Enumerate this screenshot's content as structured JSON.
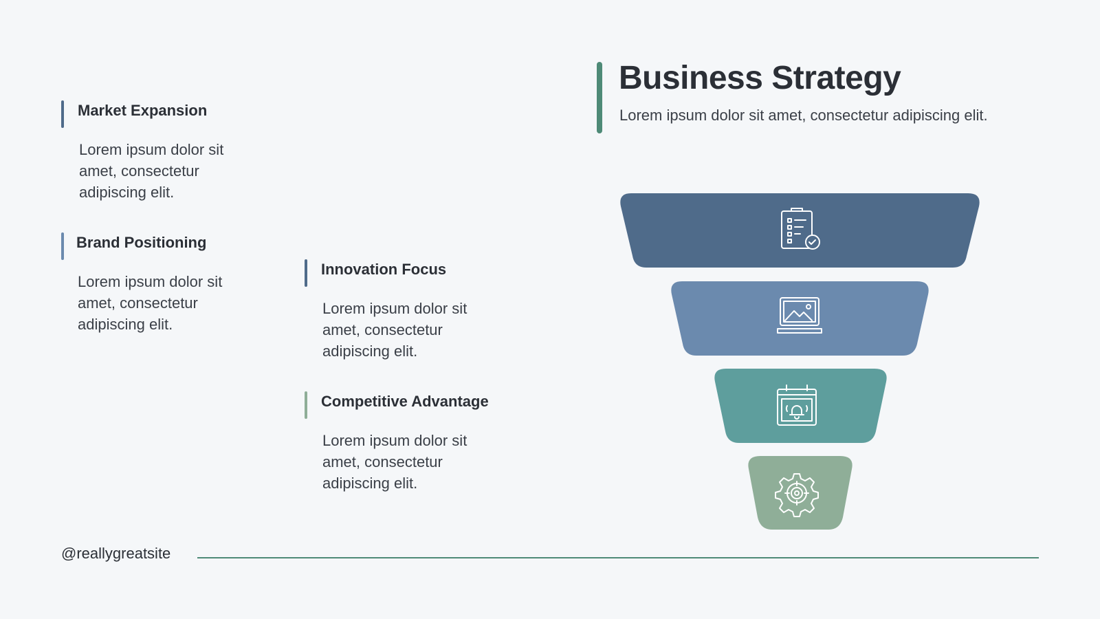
{
  "header": {
    "title": "Business Strategy",
    "subtitle": "Lorem ipsum dolor sit amet, consectetur adipiscing elit."
  },
  "items": [
    {
      "heading": "Market Expansion",
      "body": "Lorem ipsum dolor sit amet, consectetur adipiscing elit.",
      "accent": "#4f6b8a"
    },
    {
      "heading": "Brand Positioning",
      "body": "Lorem ipsum dolor sit amet, consectetur adipiscing elit.",
      "accent": "#6b8aae"
    },
    {
      "heading": "Innovation Focus",
      "body": "Lorem ipsum dolor sit amet, consectetur adipiscing elit.",
      "accent": "#4f6b8a"
    },
    {
      "heading": "Competitive Advantage",
      "body": "Lorem ipsum dolor sit amet, consectetur adipiscing elit.",
      "accent": "#8fae98"
    }
  ],
  "funnel": [
    {
      "icon": "clipboard-checklist-icon",
      "color": "#4f6b8a"
    },
    {
      "icon": "laptop-image-icon",
      "color": "#6b8aae"
    },
    {
      "icon": "calendar-bell-icon",
      "color": "#5e9e9d"
    },
    {
      "icon": "gear-target-icon",
      "color": "#8fae98"
    }
  ],
  "footer": {
    "handle": "@reallygreatsite",
    "line_color": "#4e8a77"
  }
}
